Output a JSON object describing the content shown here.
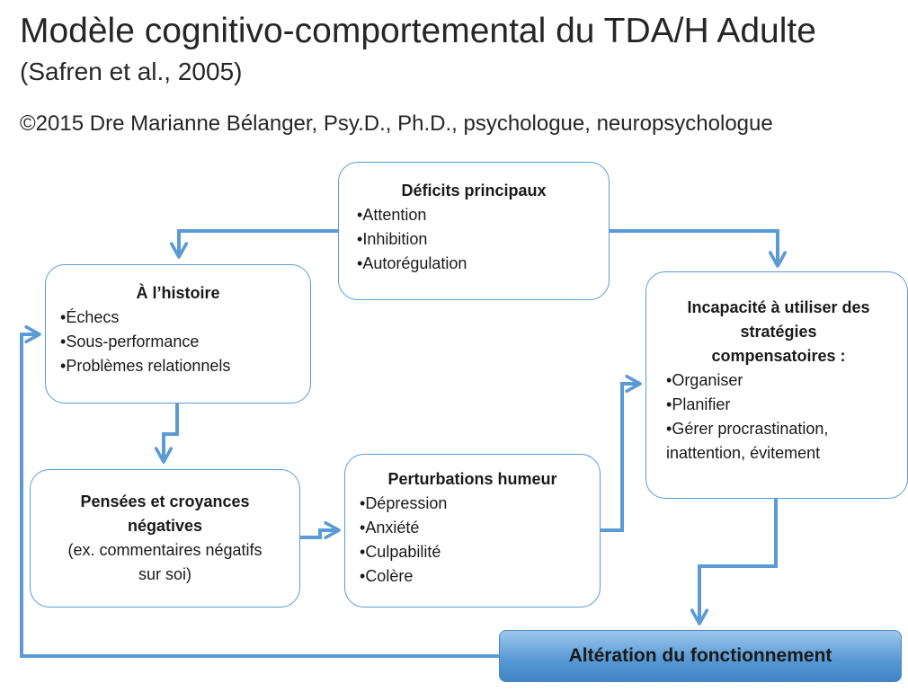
{
  "header": {
    "title": "Modèle cognitivo-comportemental du TDA/H Adulte",
    "subtitle": "(Safren et al., 2005)",
    "credit": "©2015 Dre Marianne Bélanger, Psy.D., Ph.D., psychologue, neuropsychologue"
  },
  "boxes": {
    "deficits": {
      "title": "Déficits principaux",
      "items": [
        "Attention",
        "Inhibition",
        "Autorégulation"
      ]
    },
    "histoire": {
      "title": "À l’histoire",
      "items": [
        "Échecs",
        "Sous-performance",
        "Problèmes relationnels"
      ]
    },
    "incapacite": {
      "title_lines": [
        "Incapacité à utiliser des",
        "stratégies",
        "compensatoires :"
      ],
      "items": [
        "Organiser",
        "Planifier",
        "Gérer procrastination,"
      ],
      "continuation": "inattention, évitement"
    },
    "pensees": {
      "title_lines": [
        "Pensées et croyances",
        "négatives"
      ],
      "note_lines": [
        "(ex. commentaires négatifs",
        "sur soi)"
      ]
    },
    "humeur": {
      "title": "Perturbations humeur",
      "items": [
        "Dépression",
        "Anxiété",
        "Culpabilité",
        "Colère"
      ]
    }
  },
  "outcome": {
    "label": "Altération du fonctionnement"
  },
  "colors": {
    "accent": "#5b9bd5",
    "arrow": "#5b9bd5",
    "text": "#1a1a1a"
  }
}
